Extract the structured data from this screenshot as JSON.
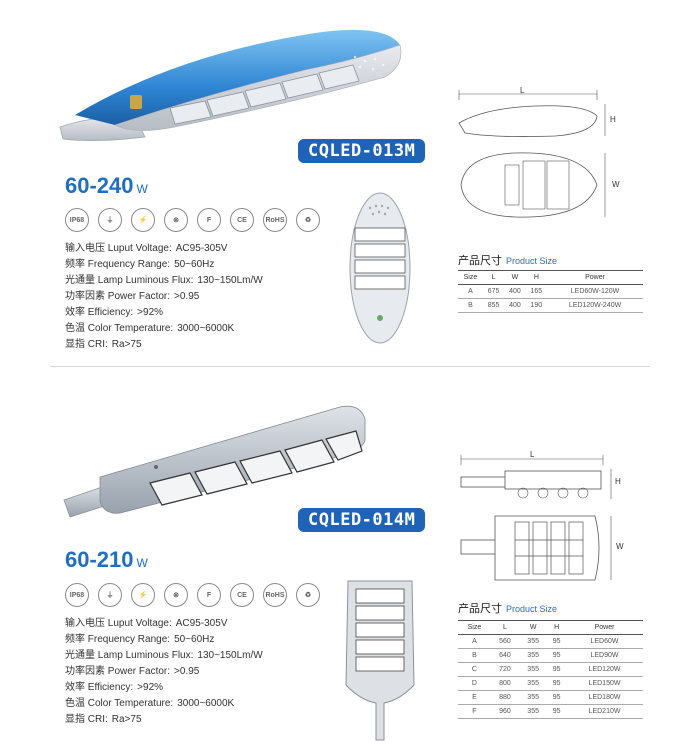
{
  "products": [
    {
      "model": "CQLED-013M",
      "wattage": "60-240",
      "wattage_unit": "W",
      "certifications": [
        "IP68",
        "ground-symbol",
        "efficiency-symbol",
        "no-mercury",
        "F",
        "CE",
        "RoHS",
        "recycle"
      ],
      "specs": [
        {
          "label": "输入电压 Luput Voltage:",
          "value": "AC95-305V"
        },
        {
          "label": "频率 Frequency Range:",
          "value": "50~60Hz"
        },
        {
          "label": "光通量 Lamp Luminous Flux:",
          "value": "130~150Lm/W"
        },
        {
          "label": "功率因素 Power Factor:",
          "value": ">0.95"
        },
        {
          "label": "效率 Efficiency:",
          "value": ">92%"
        },
        {
          "label": "色温 Color Temperature:",
          "value": "3000~6000K"
        },
        {
          "label": "显指 CRI:",
          "value": "Ra>75"
        }
      ],
      "size_title_cn": "产品尺寸",
      "size_title_en": "Product Size",
      "dims": {
        "L": "L",
        "H": "H",
        "W": "W"
      },
      "table": {
        "headers": [
          "Size",
          "L",
          "W",
          "H",
          "Power"
        ],
        "rows": [
          [
            "A",
            "675",
            "400",
            "165",
            "LED60W-120W"
          ],
          [
            "B",
            "855",
            "400",
            "190",
            "LED120W-240W"
          ]
        ]
      }
    },
    {
      "model": "CQLED-014M",
      "wattage": "60-210",
      "wattage_unit": "W",
      "certifications": [
        "IP68",
        "ground-symbol",
        "efficiency-symbol",
        "no-mercury",
        "F",
        "CE",
        "RoHS",
        "recycle"
      ],
      "specs": [
        {
          "label": "输入电压 Luput Voltage:",
          "value": "AC95-305V"
        },
        {
          "label": "频率 Frequency Range:",
          "value": "50~60Hz"
        },
        {
          "label": "光通量 Lamp Luminous Flux:",
          "value": "130~150Lm/W"
        },
        {
          "label": "功率因素 Power Factor:",
          "value": ">0.95"
        },
        {
          "label": "效率 Efficiency:",
          "value": ">92%"
        },
        {
          "label": "色温 Color Temperature:",
          "value": "3000~6000K"
        },
        {
          "label": "显指 CRI:",
          "value": "Ra>75"
        }
      ],
      "size_title_cn": "产品尺寸",
      "size_title_en": "Product Size",
      "dims": {
        "L": "L",
        "H": "H",
        "W": "W"
      },
      "table": {
        "headers": [
          "Size",
          "L",
          "W",
          "H",
          "Power"
        ],
        "rows": [
          [
            "A",
            "560",
            "355",
            "95",
            "LED60W"
          ],
          [
            "B",
            "640",
            "355",
            "95",
            "LED90W"
          ],
          [
            "C",
            "720",
            "355",
            "95",
            "LED120W"
          ],
          [
            "D",
            "800",
            "355",
            "95",
            "LED150W"
          ],
          [
            "E",
            "880",
            "355",
            "95",
            "LED180W"
          ],
          [
            "F",
            "960",
            "355",
            "95",
            "LED210W"
          ]
        ]
      }
    }
  ],
  "colors": {
    "accent": "#1f6fc6",
    "badge": "#1e63b8",
    "housing_blue": "#3a8fd8",
    "housing_grey": "#9aa4ae"
  }
}
